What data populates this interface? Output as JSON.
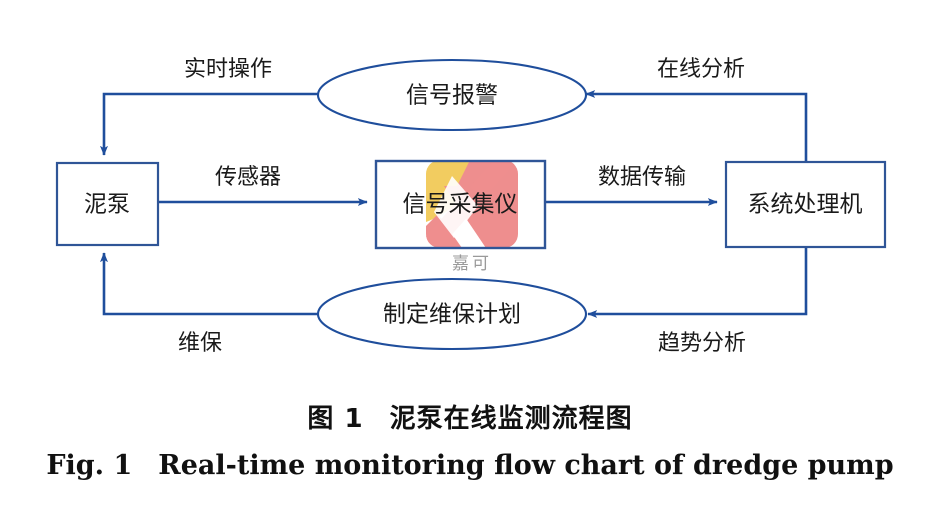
{
  "figure": {
    "title_cn": "图 1",
    "title_cn_text": "泥泵在线监测流程图",
    "title_en_label": "Fig. 1",
    "title_en_text": "Real-time monitoring flow chart of dredge pump"
  },
  "colors": {
    "stroke_blue": "#1F4E9C",
    "box_stroke": "#2F5597",
    "text_dark": "#1a1a1a",
    "watermark_gray": "#9a9a9a",
    "watermark_yellow": "#F2CC60",
    "watermark_pink": "#EE8E8E",
    "background": "#ffffff"
  },
  "nodes": {
    "pump": {
      "label": "泥泵",
      "shape": "rect"
    },
    "acquisition": {
      "label": "信号采集仪",
      "shape": "rect"
    },
    "processor": {
      "label": "系统处理机",
      "shape": "rect"
    },
    "alarm": {
      "label": "信号报警",
      "shape": "ellipse"
    },
    "maintenance_plan": {
      "label": "制定维保计划",
      "shape": "ellipse"
    }
  },
  "edges": {
    "sensor": {
      "label": "传感器",
      "from": "pump",
      "to": "acquisition"
    },
    "data_transfer": {
      "label": "数据传输",
      "from": "acquisition",
      "to": "processor"
    },
    "online_analysis": {
      "label": "在线分析",
      "from": "processor",
      "to": "alarm"
    },
    "realtime_operation": {
      "label": "实时操作",
      "from": "alarm",
      "to": "pump"
    },
    "trend_analysis": {
      "label": "趋势分析",
      "from": "processor",
      "to": "maintenance_plan"
    },
    "maintenance": {
      "label": "维保",
      "from": "maintenance_plan",
      "to": "pump"
    }
  },
  "watermark": {
    "brand_text": "嘉可"
  }
}
